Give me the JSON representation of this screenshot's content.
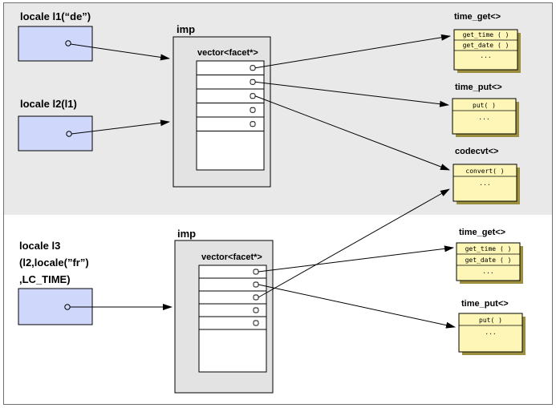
{
  "locales": [
    {
      "lines": [
        "locale l1(“de”)"
      ]
    },
    {
      "lines": [
        "locale l2(l1)"
      ]
    },
    {
      "lines": [
        "locale l3",
        "(l2,locale(”fr”)",
        ",LC_TIME)"
      ]
    }
  ],
  "imps": [
    {
      "label": "imp",
      "vector_label": "vector<facet*>"
    },
    {
      "label": "imp",
      "vector_label": "vector<facet*>"
    }
  ],
  "facets": [
    {
      "title": "time_get<>",
      "rows": [
        "get_time  ( )",
        "get_date  ( )",
        "..."
      ]
    },
    {
      "title": "time_put<>",
      "rows": [
        "put( )",
        "..."
      ]
    },
    {
      "title": "codecvt<>",
      "rows": [
        "convert( )",
        "..."
      ]
    },
    {
      "title": "time_get<>",
      "rows": [
        "get_time  ( )",
        "get_date  ( )",
        "..."
      ]
    },
    {
      "title": "time_put<>",
      "rows": [
        "put( )",
        "..."
      ]
    }
  ],
  "colors": {
    "top_band": "#e9e9e9",
    "locale_fill": "#cfd8fb",
    "imp_fill": "#e3e3e3",
    "facet_fill": "#fdf6b6",
    "facet_shadow": "#9c8f3e"
  }
}
